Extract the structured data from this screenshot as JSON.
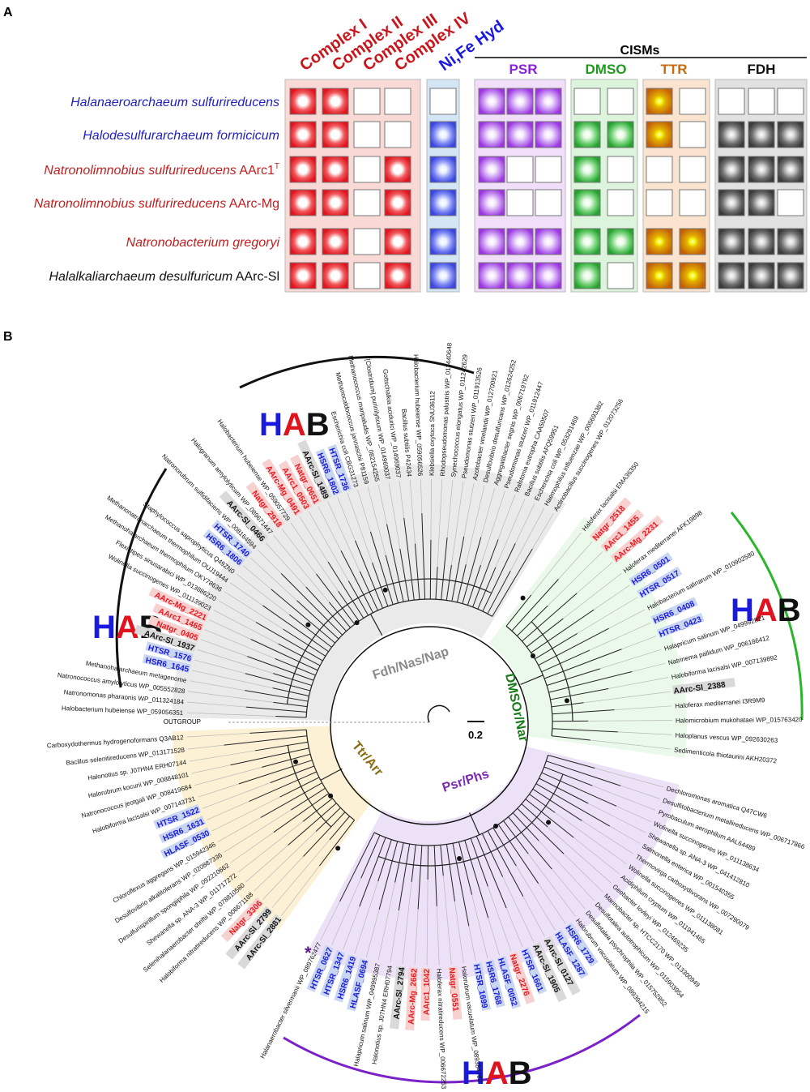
{
  "panel_a": {
    "label": "A",
    "cisms_label": "CISMs",
    "column_headers": {
      "c1": "Complex I",
      "c2": "Complex II",
      "c3": "Complex III",
      "c4": "Complex IV",
      "nife": "Ni,Fe Hyd",
      "psr": "PSR",
      "dmso": "DMSO",
      "ttr": "TTR",
      "fdh": "FDH"
    },
    "rows": [
      {
        "name": "Halanaeroarchaeum sulfurireducens",
        "strain": "",
        "sup": "",
        "color": "#1f1fbf",
        "c": [
          1,
          1,
          0,
          0
        ],
        "h": [
          0
        ],
        "psr": [
          1,
          1,
          1
        ],
        "dmso": [
          0,
          0
        ],
        "ttr": [
          1,
          0
        ],
        "fdh": [
          0,
          0,
          0
        ]
      },
      {
        "name": "Halodesulfurarchaeum formicicum",
        "strain": "",
        "sup": "",
        "color": "#1f1fbf",
        "c": [
          1,
          1,
          0,
          0
        ],
        "h": [
          1
        ],
        "psr": [
          1,
          1,
          1
        ],
        "dmso": [
          1,
          1
        ],
        "ttr": [
          1,
          0
        ],
        "fdh": [
          1,
          1,
          1
        ]
      },
      {
        "name": "Natronolimnobius sulfurireducens",
        "strain": " AArc1",
        "sup": "T",
        "color": "#bf1f1f",
        "c": [
          1,
          1,
          0,
          1
        ],
        "h": [
          1
        ],
        "psr": [
          1,
          0,
          0
        ],
        "dmso": [
          1,
          0
        ],
        "ttr": [
          0,
          0
        ],
        "fdh": [
          1,
          1,
          1
        ]
      },
      {
        "name": "Natronolimnobius sulfurireducens",
        "strain": " AArc-Mg",
        "sup": "",
        "color": "#bf1f1f",
        "c": [
          1,
          1,
          0,
          1
        ],
        "h": [
          1
        ],
        "psr": [
          1,
          0,
          0
        ],
        "dmso": [
          1,
          0
        ],
        "ttr": [
          0,
          0
        ],
        "fdh": [
          1,
          1,
          0
        ]
      },
      {
        "name": "Natronobacterium gregoryi",
        "strain": "",
        "sup": "",
        "color": "#bf1f1f",
        "c": [
          1,
          1,
          0,
          1
        ],
        "h": [
          1
        ],
        "psr": [
          1,
          1,
          1
        ],
        "dmso": [
          1,
          1
        ],
        "ttr": [
          1,
          1
        ],
        "fdh": [
          1,
          1,
          1
        ]
      },
      {
        "name": "Halalkaliarchaeum desulfuricum",
        "strain": " AArc-Sl",
        "sup": "",
        "color": "#111111",
        "c": [
          1,
          1,
          0,
          1
        ],
        "h": [
          1
        ],
        "psr": [
          1,
          1,
          1
        ],
        "dmso": [
          1,
          0
        ],
        "ttr": [
          1,
          1
        ],
        "fdh": [
          1,
          1,
          1
        ]
      }
    ],
    "colors": {
      "complex": "#e0141e",
      "complex_bg": "#f9d9d6",
      "nife": "#3b45e0",
      "nife_bg": "#d3e6f6",
      "psr": "#a13ee0",
      "psr_bg": "#f1defa",
      "dmso": "#2fa63a",
      "dmso_bg": "#dcf3dc",
      "ttr": "#c96a05",
      "ttr_center": "#f2f20a",
      "ttr_bg": "#fbe4cf",
      "fdh": "#5a5a5a",
      "fdh_bg": "#e1e1e1"
    }
  },
  "panel_b": {
    "label": "B",
    "scale_label": "0.2",
    "outgroup_label": "OUTGROUP",
    "hab": {
      "h": "H",
      "a": "A",
      "b": "B"
    },
    "clades": [
      {
        "name": "Fdh/Nas/Nap",
        "color": "#8a8a8a"
      },
      {
        "name": "DMSOr/Nar",
        "color": "#1a7a1a"
      },
      {
        "name": "Psr/Phs",
        "color": "#7a2bb0"
      },
      {
        "name": "Ttr/Arr",
        "color": "#8a6a10"
      }
    ],
    "fdh_leaves": [
      {
        "t": "Halobacterium hubeiense WP_059056351",
        "s": "n"
      },
      {
        "t": "Natronomonas pharaonis WP_011324184",
        "s": "n"
      },
      {
        "t": "Natronococcus amylolyticus WP_005552828",
        "s": "n"
      },
      {
        "t": "Methanohalarchaeum metagenome",
        "s": "n"
      },
      {
        "t": "HSR6_1645",
        "s": "b"
      },
      {
        "t": "HTSR_1576",
        "s": "b"
      },
      {
        "t": "AArc-Sl_1937",
        "s": "k"
      },
      {
        "t": "Natgr_0405",
        "s": "r"
      },
      {
        "t": "AArc1_1465",
        "s": "r"
      },
      {
        "t": "AArc-Mg_2221",
        "s": "r"
      },
      {
        "t": "Wolinella succinogenes WP_011139023",
        "s": "n"
      },
      {
        "t": "Flexistipes sinusarabici WP_013886220",
        "s": "n"
      },
      {
        "t": "Methanohalarchaeum thermophilum OKY78636",
        "s": "n"
      },
      {
        "t": "Methanonatronarchaeum thermophilum OUJ19444",
        "s": "n"
      },
      {
        "t": "Staphylococcus saprophyticus Q49ZN0",
        "s": "n"
      },
      {
        "t": "HSR6_1806",
        "s": "b"
      },
      {
        "t": "HTSR_1740",
        "s": "b"
      },
      {
        "t": "Natronorubrum sulfidifaciens WP_008164594",
        "s": "n"
      },
      {
        "t": "AArc-Sl_0466",
        "s": "k"
      },
      {
        "t": "Halogranum amylolyticum WP_089671447",
        "s": "n"
      },
      {
        "t": "Natgr_2918",
        "s": "r"
      },
      {
        "t": "Halobacterium hubeiense WP_059057729",
        "s": "n"
      },
      {
        "t": "AArc-Mg_0491",
        "s": "r"
      },
      {
        "t": "AArc1_0503",
        "s": "r"
      },
      {
        "t": "Natgr_0651",
        "s": "r"
      },
      {
        "t": "AArc-Sl_1489",
        "s": "k"
      },
      {
        "t": "HSR6_1802",
        "s": "b"
      },
      {
        "t": "HTSR_1736",
        "s": "b"
      },
      {
        "t": "Escherichia coli CBG31273",
        "s": "n"
      },
      {
        "t": "Methanocaldococcus jannaschii P81159",
        "s": "n"
      },
      {
        "t": "Methanococcus maripaludis WP_082154255",
        "s": "n"
      },
      {
        "t": "[Clostridium] purinilyticum WP_014969037",
        "s": "n"
      },
      {
        "t": "Gottschalkia acidurici WP_014969037",
        "s": "n"
      },
      {
        "t": "Bacillus subtilis P42434",
        "s": "n"
      },
      {
        "t": "Halobacterium hubeiense WP_059056526",
        "s": "n"
      },
      {
        "t": "Klebsiella oxytoca SNU36112",
        "s": "n"
      },
      {
        "t": "Rhodopseudomonas palustris WP_011440648",
        "s": "n"
      },
      {
        "t": "Synechococcus elongatus WP_011242629",
        "s": "n"
      },
      {
        "t": "Pseudomonas stutzeri WP_011913526",
        "s": "n"
      },
      {
        "t": "Azotobacter vinelandii WP_012700921",
        "s": "n"
      },
      {
        "t": "Desulfovibrio desulfuricans WP_012624252",
        "s": "n"
      },
      {
        "t": "Aggregatibacter segnis WP_006719792",
        "s": "n"
      },
      {
        "t": "Pseudomonas stutzeri WP_011912447",
        "s": "n"
      },
      {
        "t": "Ralstonia eutropha CAA50507",
        "s": "n"
      },
      {
        "t": "Bacillus subtilis AFQ59951",
        "s": "n"
      },
      {
        "t": "Escherichia coli WP_053291469",
        "s": "n"
      },
      {
        "t": "Haemophilus influenzae WP_005693382",
        "s": "n"
      },
      {
        "t": "Actinobacillus succinogenes WP_012073256",
        "s": "n"
      }
    ],
    "dmso_leaves": [
      {
        "t": "Haloferax lacisalsi EMA36350",
        "s": "n"
      },
      {
        "t": "Natgr_2518",
        "s": "r"
      },
      {
        "t": "AArc1_1455",
        "s": "r"
      },
      {
        "t": "AArc-Mg_2231",
        "s": "r"
      },
      {
        "t": "Haloferax mediterranei AFK19898",
        "s": "n"
      },
      {
        "t": "HSR6_0501",
        "s": "b"
      },
      {
        "t": "HTSR_0517",
        "s": "b"
      },
      {
        "t": "Halobacterium salinarum WP_010902580",
        "s": "n"
      },
      {
        "t": "HSR6_0408",
        "s": "b"
      },
      {
        "t": "HTSR_0423",
        "s": "b"
      },
      {
        "t": "Halapricum salinum WP_049992821",
        "s": "n"
      },
      {
        "t": "Natrinema pallidum WP_006186412",
        "s": "n"
      },
      {
        "t": "Halobiforma lacisalsi WP_007139892",
        "s": "n"
      },
      {
        "t": "AArc-Sl_2388",
        "s": "k"
      },
      {
        "t": "Haloferax mediterranei I3R9M9",
        "s": "n"
      },
      {
        "t": "Halomicrobium mukohataei WP_015763420",
        "s": "n"
      },
      {
        "t": "Haloplanus vescus WP_092630263",
        "s": "n"
      },
      {
        "t": "Sedimenticola thiotaurini AKH20372",
        "s": "n"
      }
    ],
    "psr_leaves": [
      {
        "t": "Dechloromonas aromatica Q47CW6",
        "s": "n"
      },
      {
        "t": "Desulfitobacterium metallireducens WP_006717866",
        "s": "n"
      },
      {
        "t": "Pyrobaculum aerophilum AAL64489",
        "s": "n"
      },
      {
        "t": "Wolinella succinogenes WP_011138634",
        "s": "n"
      },
      {
        "t": "Shewanella sp. ANA-3 WP_041412810",
        "s": "n"
      },
      {
        "t": "Salmonella enterica WP_001540355",
        "s": "n"
      },
      {
        "t": "Thermovirga carboxydivorans WP_007290079",
        "s": "n"
      },
      {
        "t": "Wolinella succinogenes WP_011138081",
        "s": "n"
      },
      {
        "t": "Acidiphilum cryptum WP_011941465",
        "s": "n"
      },
      {
        "t": "Geobacter lovleyi WP_012469235",
        "s": "n"
      },
      {
        "t": "Marinobacter sp. HTCC2170 WP_013300949",
        "s": "n"
      },
      {
        "t": "Desulfotalea autotrophicum WP_015903954",
        "s": "n"
      },
      {
        "t": "Desulfotalea psychrophila WP_015752852",
        "s": "n"
      },
      {
        "t": "Halorubrum vacuolatum WP_089394215",
        "s": "n"
      },
      {
        "t": "HSR6_1729",
        "s": "b"
      },
      {
        "t": "HLASF_1287",
        "s": "b"
      },
      {
        "t": "AArc-Sl_0127",
        "s": "k"
      },
      {
        "t": "AArc-Sl_1905",
        "s": "k"
      },
      {
        "t": "HTSR_1661",
        "s": "b"
      },
      {
        "t": "Natgr_2276",
        "s": "r"
      },
      {
        "t": "HLASF_0052",
        "s": "b"
      },
      {
        "t": "HSR6_1768",
        "s": "b"
      },
      {
        "t": "HTSR_1699",
        "s": "b"
      },
      {
        "t": "Halorubrum vacuolatum WP_089384782",
        "s": "n"
      },
      {
        "t": "Natgr_0551",
        "s": "r"
      },
      {
        "t": "Haloferax nitratireducens WP_006672253",
        "s": "n"
      },
      {
        "t": "AArc1_1042",
        "s": "r"
      },
      {
        "t": "AArc-Mg_2662",
        "s": "r"
      },
      {
        "t": "AArc-Sl_2794",
        "s": "k"
      },
      {
        "t": "Halonotius sp. J07HN4 ERH07794",
        "s": "n"
      },
      {
        "t": "Halapricum salinum WP_049995387",
        "s": "n"
      },
      {
        "t": "HLASF_0694",
        "s": "b"
      },
      {
        "t": "HSR6_1419",
        "s": "b"
      },
      {
        "t": "HTSR_1347",
        "s": "b"
      },
      {
        "t": "HTSR_0627",
        "s": "b"
      },
      {
        "t": "Halanaerobacter silvermanii WP_089762477",
        "s": "n"
      }
    ],
    "ttr_leaves": [
      {
        "t": "AArc-Sl_2881",
        "s": "k"
      },
      {
        "t": "AArc-Sl_2799",
        "s": "k"
      },
      {
        "t": "Natgr_3306",
        "s": "r"
      },
      {
        "t": "Halobiforma nitratireducens WP_006671188",
        "s": "n"
      },
      {
        "t": "Selenihalanaerobacter shriftii WP_078810560",
        "s": "n"
      },
      {
        "t": "Shewanella sp. ANA-3 WP_011717272",
        "s": "n"
      },
      {
        "t": "Desulfurispirillum spongiiphila WP_092210662",
        "s": "n"
      },
      {
        "t": "Desulfovibrio alkalitolerans WP_020887336",
        "s": "n"
      },
      {
        "t": "Chloroflexus aggregans WP_015942346",
        "s": "n"
      },
      {
        "t": "HLASF_0530",
        "s": "b"
      },
      {
        "t": "HSR6_1631",
        "s": "b"
      },
      {
        "t": "HTSR_1522",
        "s": "b"
      },
      {
        "t": "Halobiforma lacisalsi WP_007143731",
        "s": "n"
      },
      {
        "t": "Natronococcus jeotgali WP_008419684",
        "s": "n"
      },
      {
        "t": "Halorubrum kocurii WP_008848101",
        "s": "n"
      },
      {
        "t": "Halonotius sp. J07HN4 ERH07144",
        "s": "n"
      },
      {
        "t": "Bacillus selenitireducens WP_013171528",
        "s": "n"
      },
      {
        "t": "Carboxydothermus hydrogenoformans Q3AB12",
        "s": "n"
      }
    ],
    "style_colors": {
      "n": "#111111",
      "r": "#e8191f",
      "r_bg": "#f7d0d0",
      "b": "#1a1ad8",
      "b_bg": "#c9d6f2",
      "k": "#111111",
      "k_bg": "#d9d9d9",
      "fdh_sector": "#e6e6e6",
      "dmso_sector": "#e8f8e8",
      "psr_sector": "#eadcf7",
      "ttr_sector": "#fbefcd"
    }
  }
}
